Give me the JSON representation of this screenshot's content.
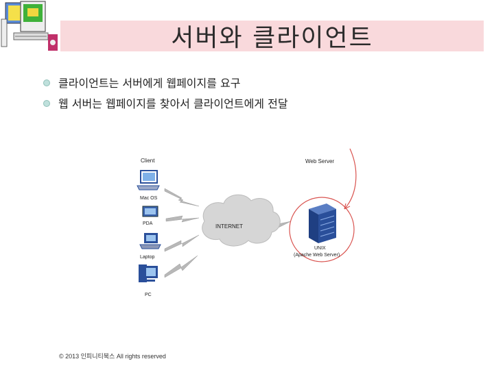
{
  "slide": {
    "title": "서버와 클라이언트",
    "bullets": [
      "클라이언트는 서버에게 웹페이지를 요구",
      "웹 서버는 웹페이지를 찾아서 클라이언트에게 전달"
    ],
    "footer": "© 2013 인피니티북스 All rights reserved"
  },
  "diagram": {
    "client_header": "Client",
    "server_header": "Web Server",
    "clients": [
      "Mac OS",
      "PDA",
      "Laptop",
      "PC"
    ],
    "cloud_label": "INTERNET",
    "server_name": "UNIX",
    "server_detail": "(Apache Web Server)"
  },
  "colors": {
    "title_band": "#f9d9dc",
    "highlight_circle": "#d9534f",
    "server_blue": "#2a4f9a",
    "cloud_gray": "#d6d6d6",
    "bullet": "#bfe0dc"
  }
}
